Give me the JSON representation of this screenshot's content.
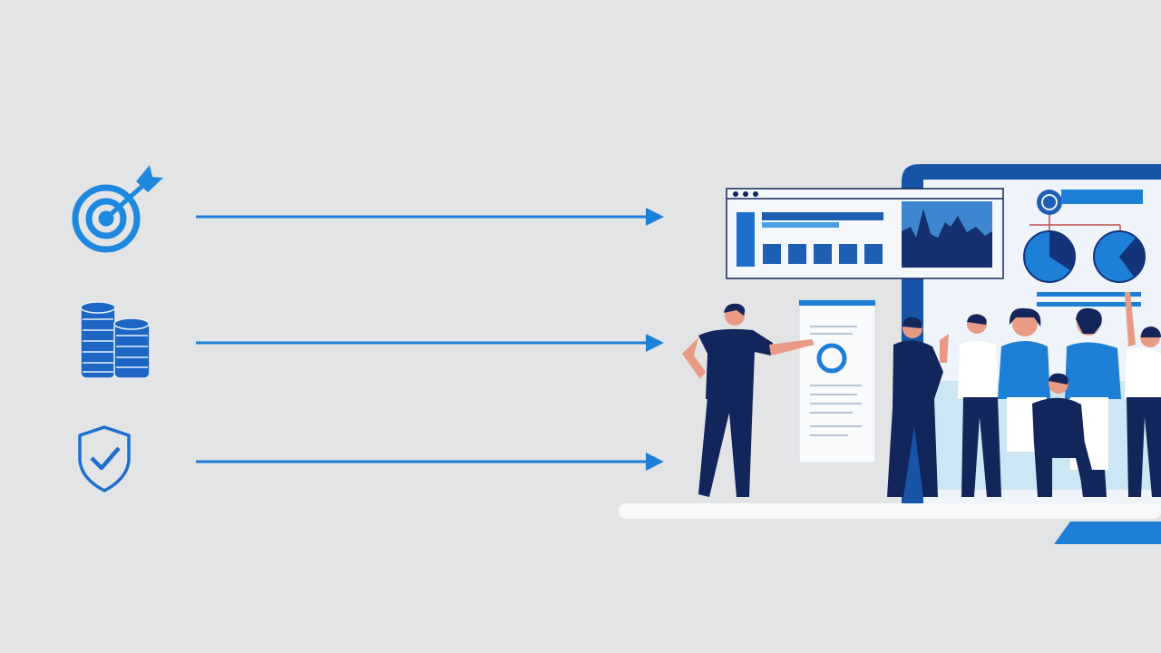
{
  "colors": {
    "background": "#e3e4e5",
    "primary_blue": "#1e7fd6",
    "navy": "#13265c",
    "dark_blue": "#1a4fa3",
    "light_panel": "#eef4fa",
    "skin": "#e89a84",
    "accent_red": "#c0504d"
  },
  "icons": [
    {
      "name": "target-icon",
      "arrow": "arrow-right"
    },
    {
      "name": "coins-icon",
      "arrow": "arrow-right"
    },
    {
      "name": "shield-check-icon",
      "arrow": "arrow-right"
    }
  ],
  "illustration": {
    "subject": "team-with-dashboard",
    "charts": [
      "bar-chart",
      "area-chart",
      "pie-chart",
      "pie-chart"
    ]
  }
}
